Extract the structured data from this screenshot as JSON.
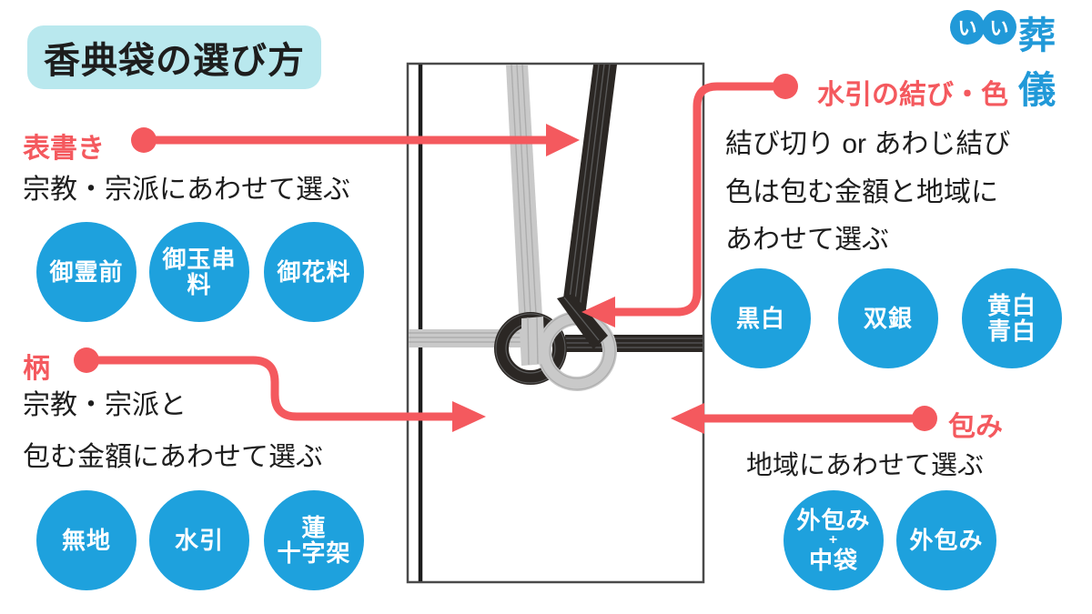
{
  "title": "香典袋の選び方",
  "logo": {
    "mark": [
      "い",
      "い"
    ],
    "name": "葬儀"
  },
  "sections": {
    "omotegaki": {
      "label": "表書き",
      "description": "宗教・宗派にあわせて選ぶ",
      "options": [
        {
          "lines": [
            "御霊前"
          ]
        },
        {
          "lines": [
            "御玉串",
            "料"
          ]
        },
        {
          "lines": [
            "御花料"
          ]
        }
      ]
    },
    "mizuhiki": {
      "label": "水引の結び・色",
      "lines": [
        "結び切り or あわじ結び",
        "色は包む金額と地域に",
        "あわせて選ぶ"
      ],
      "options": [
        {
          "lines": [
            "黒白"
          ]
        },
        {
          "lines": [
            "双銀"
          ]
        },
        {
          "lines": [
            "黄白",
            "青白"
          ]
        }
      ]
    },
    "gara": {
      "label": "柄",
      "lines": [
        "宗教・宗派と",
        "包む金額にあわせて選ぶ"
      ],
      "options": [
        {
          "lines": [
            "無地"
          ]
        },
        {
          "lines": [
            "水引"
          ]
        },
        {
          "lines": [
            "蓮",
            "十字架"
          ]
        }
      ]
    },
    "tsutsumi": {
      "label": "包み",
      "description": "地域にあわせて選ぶ",
      "options": [
        {
          "lines": [
            "外包み",
            "+",
            "中袋"
          ]
        },
        {
          "lines": [
            "外包み"
          ]
        }
      ]
    }
  },
  "colors": {
    "accent_red": "#F4595E",
    "option_blue": "#1EA1DD",
    "title_bg": "#B9E8EE",
    "logo_blue": "#2199D8",
    "text": "#1D1D1D"
  }
}
